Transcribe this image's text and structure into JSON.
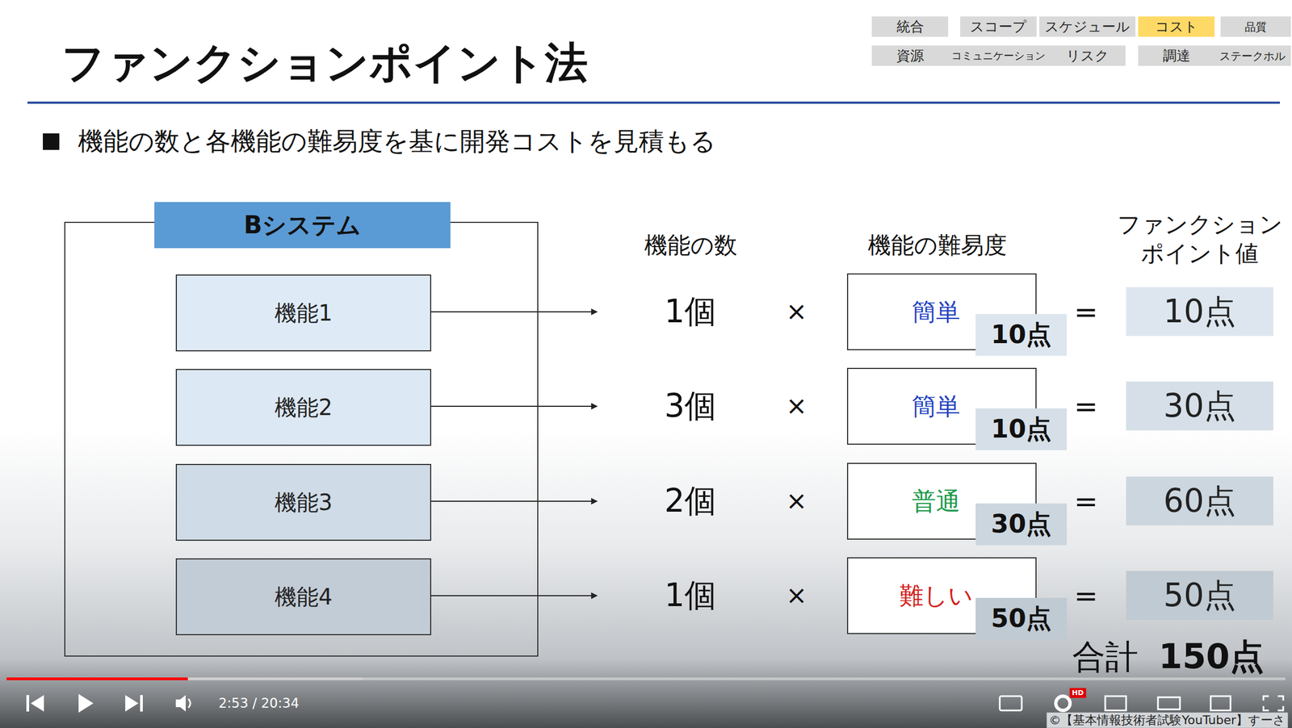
{
  "diagram": {
    "title": "ファンクションポイント法",
    "nodes": [
      {
        "text": [
          "統合"
        ]
      },
      {
        "text": [
          "スコープ"
        ]
      },
      {
        "text": [
          "スケジュール"
        ]
      },
      {
        "text": [
          "コスト"
        ]
      },
      {
        "text": [
          "品質"
        ]
      },
      {
        "text": [
          "資源"
        ]
      },
      {
        "text": [
          "コミュニケーション"
        ]
      },
      {
        "text": [
          "リスク"
        ]
      },
      {
        "text": [
          "調達"
        ]
      },
      {
        "text": [
          "ステークホル"
        ]
      },
      {
        "text": [
          "Bシステム"
        ]
      },
      {
        "text": [
          "機能1"
        ],
        "in": 10
      },
      {
        "text": [
          "機能2"
        ],
        "in": 10
      },
      {
        "text": [
          "機能3"
        ],
        "in": 10
      },
      {
        "text": [
          "機能4"
        ],
        "in": 10
      },
      {
        "text": [
          "簡単"
        ]
      },
      {
        "text": [
          "10点"
        ],
        "in": 15
      },
      {
        "text": [
          "10点"
        ]
      },
      {
        "text": [
          "簡単"
        ]
      },
      {
        "text": [
          "10点"
        ],
        "in": 18
      },
      {
        "text": [
          "30点"
        ]
      },
      {
        "text": [
          "普通"
        ]
      },
      {
        "text": [
          "30点"
        ],
        "in": 21
      },
      {
        "text": [
          "60点"
        ]
      },
      {
        "text": [
          "難しい"
        ]
      },
      {
        "text": [
          "50点"
        ],
        "in": 24
      },
      {
        "text": [
          "50点"
        ]
      }
    ],
    "labels": [
      "機能の数と各機能の難易度を基に開発コストを見積もる",
      "機能の数",
      "機能の難易度",
      "ファンクション ポイント値",
      "1個",
      "×",
      "=",
      "3個",
      "×",
      "=",
      "2個",
      "×",
      "=",
      "1個",
      "×",
      "=",
      "合計",
      "150点",
      "2:53 / 20:34",
      "HD",
      "©【基本情報技術者試験YouTuber】すーさ"
    ]
  }
}
